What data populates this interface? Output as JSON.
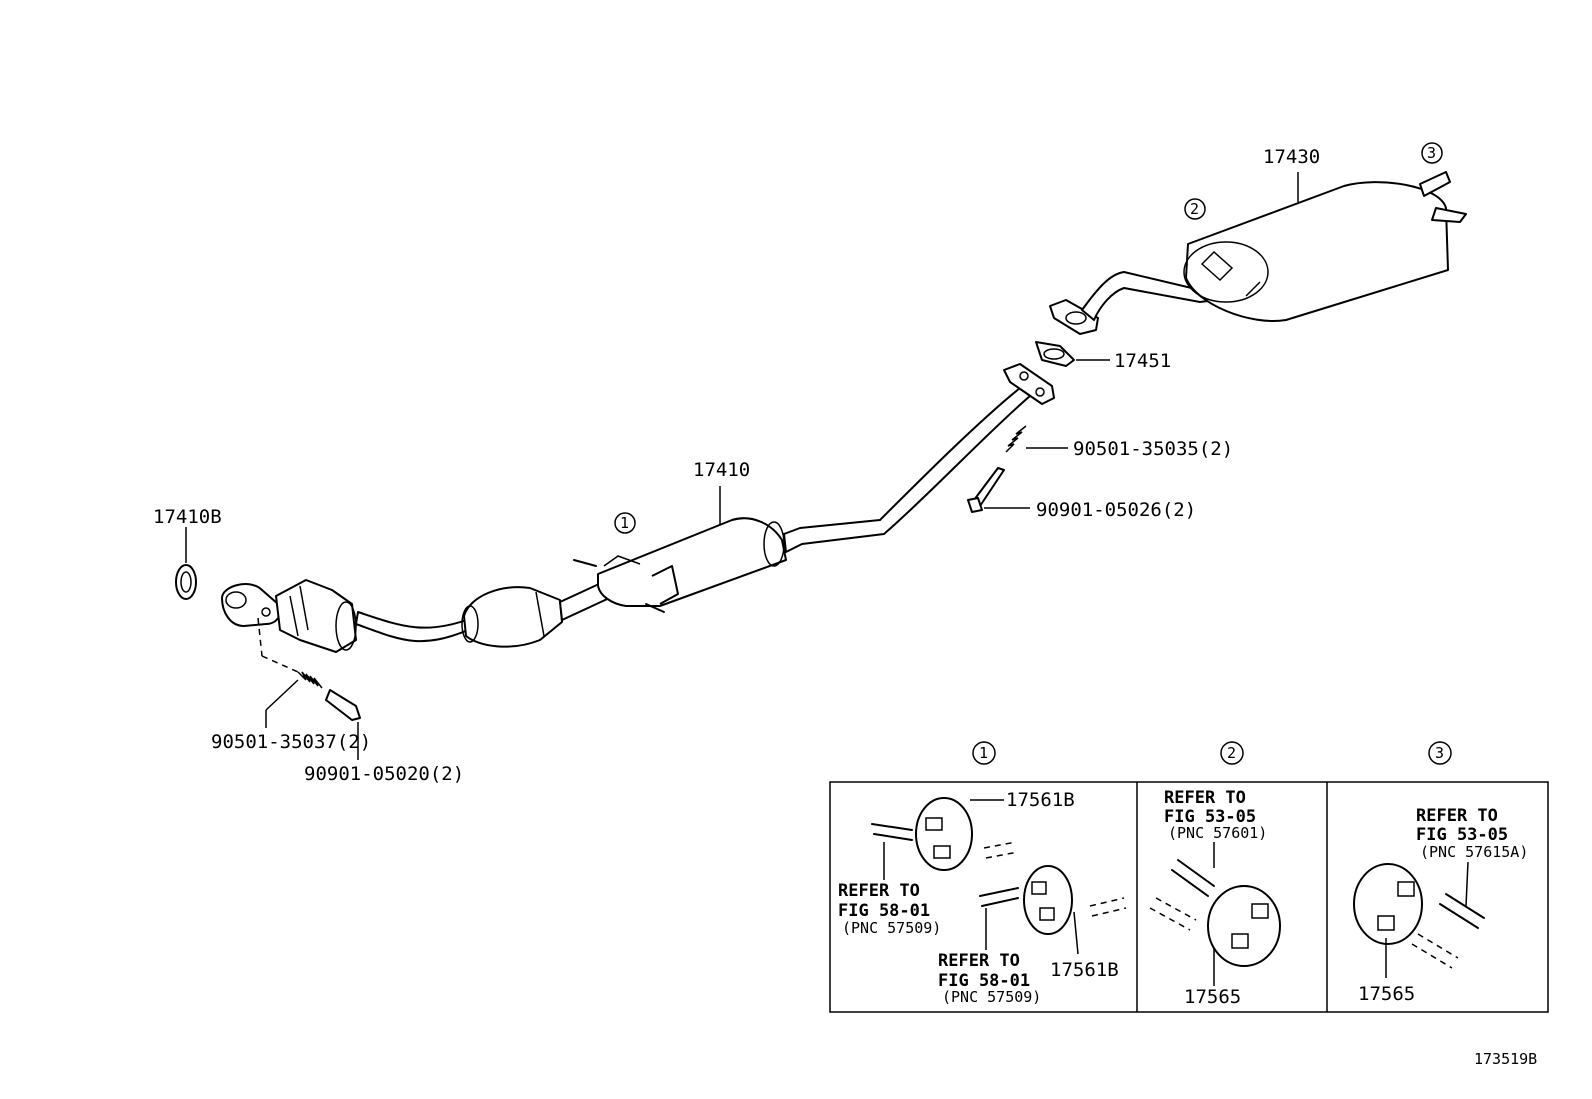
{
  "parts": {
    "p17410B": "17410B",
    "p17410": "17410",
    "p17430": "17430",
    "p17451": "17451",
    "p90501_35035": "90501-35035(2)",
    "p90901_05026": "90901-05026(2)",
    "p90501_35037": "90501-35037(2)",
    "p90901_05020": "90901-05020(2)"
  },
  "callouts": {
    "c1": "1",
    "c2": "2",
    "c3": "3"
  },
  "detail_boxes": {
    "box1": {
      "callout": "1",
      "part_top": "17561B",
      "part_bottom": "17561B",
      "ref_a_line1": "REFER TO",
      "ref_a_line2": "FIG 58-01",
      "ref_a_line3": "(PNC 57509)",
      "ref_b_line1": "REFER TO",
      "ref_b_line2": "FIG 58-01",
      "ref_b_line3": "(PNC 57509)"
    },
    "box2": {
      "callout": "2",
      "ref_line1": "REFER TO",
      "ref_line2": "FIG 53-05",
      "ref_line3": "(PNC 57601)",
      "part": "17565"
    },
    "box3": {
      "callout": "3",
      "ref_line1": "REFER TO",
      "ref_line2": "FIG 53-05",
      "ref_line3": "(PNC 57615A)",
      "part": "17565"
    }
  },
  "figure_id": "173519B"
}
